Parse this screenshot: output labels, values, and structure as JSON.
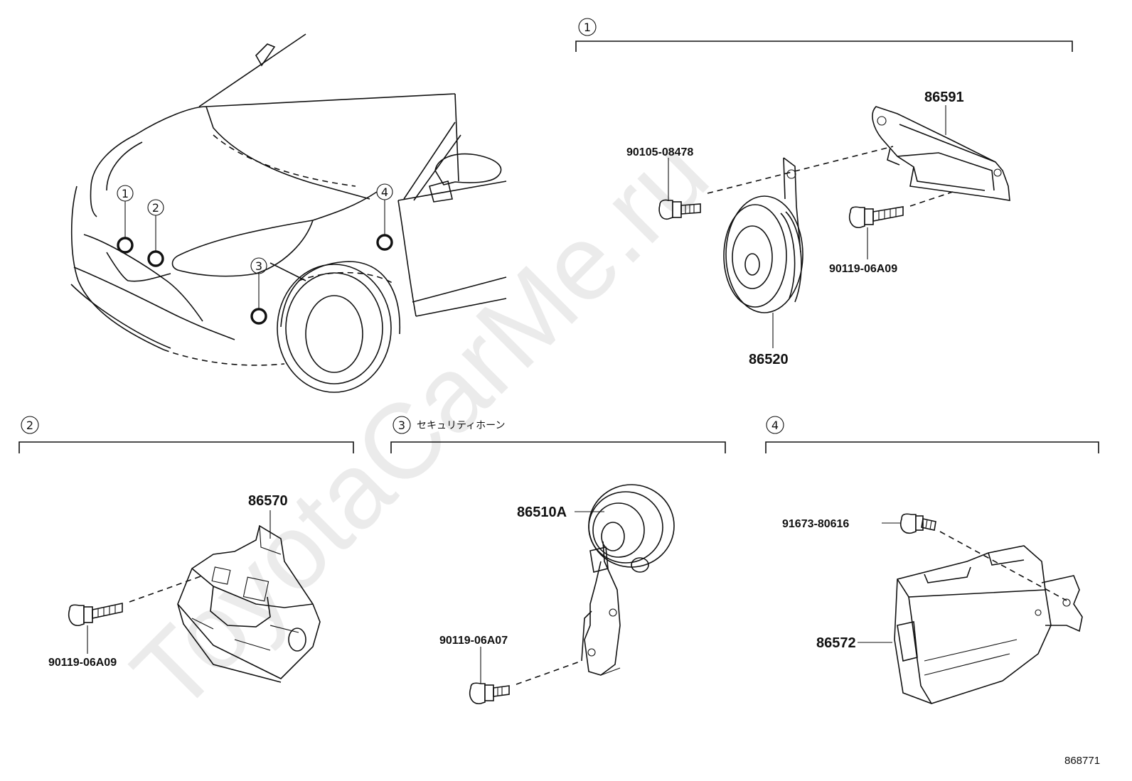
{
  "watermark": "ToyotaCarMe.ru",
  "diagram_id": "868771",
  "locator": {
    "circles": [
      "1",
      "2",
      "3",
      "4"
    ]
  },
  "sections": [
    {
      "num": "1",
      "note": ""
    },
    {
      "num": "2",
      "note": ""
    },
    {
      "num": "3",
      "note": "セキュリティホーン"
    },
    {
      "num": "4",
      "note": ""
    }
  ],
  "parts": {
    "s1": {
      "bracket": "86591",
      "horn": "86520",
      "bolt_left": "90105-08478",
      "bolt_right": "90119-06A09"
    },
    "s2": {
      "module": "86570",
      "bolt": "90119-06A09"
    },
    "s3": {
      "horn": "86510A",
      "bolt": "90119-06A07"
    },
    "s4": {
      "bolt": "91673-80616",
      "ecu": "86572"
    }
  }
}
